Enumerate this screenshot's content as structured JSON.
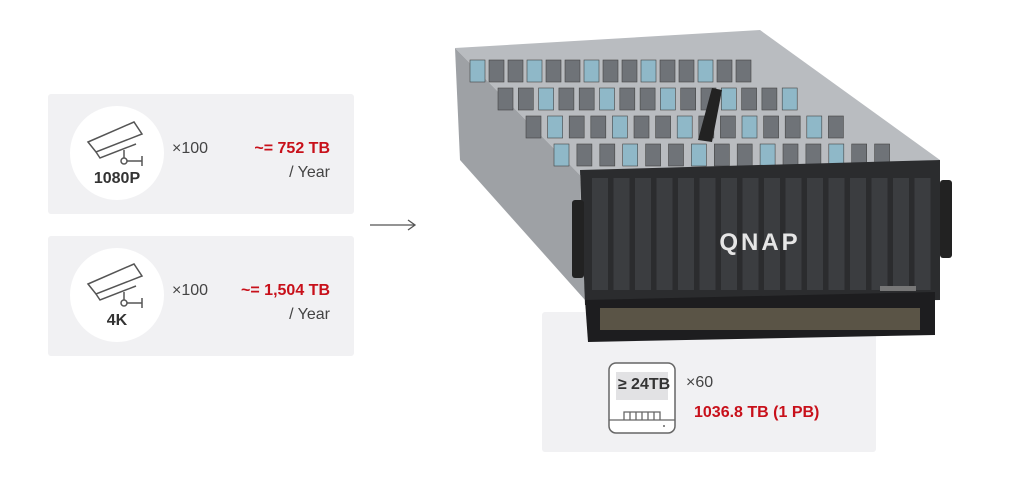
{
  "cameras": [
    {
      "resolution": "1080P",
      "multiplier": "×100",
      "storage": "~= 752 TB",
      "period": "/ Year"
    },
    {
      "resolution": "4K",
      "multiplier": "×100",
      "storage": "~= 1,504 TB",
      "period": "/ Year"
    }
  ],
  "server": {
    "brand": "QNAP"
  },
  "drives": {
    "capacity": "≥ 24TB",
    "multiplier": "×60",
    "total": "1036.8 TB (1 PB)"
  },
  "colors": {
    "accent": "#c8101a",
    "card": "#f1f1f3"
  }
}
